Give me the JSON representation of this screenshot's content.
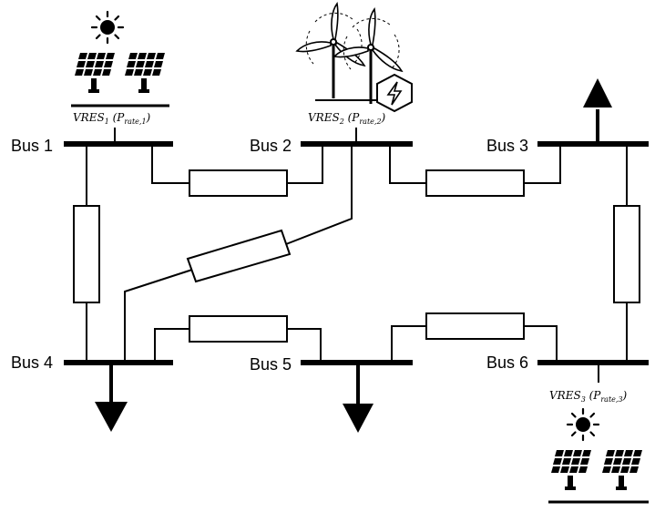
{
  "buses": [
    {
      "id": "bus1",
      "label": "Bus 1"
    },
    {
      "id": "bus2",
      "label": "Bus 2"
    },
    {
      "id": "bus3",
      "label": "Bus 3"
    },
    {
      "id": "bus4",
      "label": "Bus 4"
    },
    {
      "id": "bus5",
      "label": "Bus 5"
    },
    {
      "id": "bus6",
      "label": "Bus 6"
    }
  ],
  "vres": [
    {
      "name": "VRES",
      "index": "1",
      "p": "P",
      "sub": "rate,1",
      "bus": "Bus 1",
      "source": "solar-pv"
    },
    {
      "name": "VRES",
      "index": "2",
      "p": "P",
      "sub": "rate,2",
      "bus": "Bus 2",
      "source": "wind"
    },
    {
      "name": "VRES",
      "index": "3",
      "p": "P",
      "sub": "rate,3",
      "bus": "Bus 6",
      "source": "solar-pv"
    }
  ],
  "lines": [
    {
      "from": "Bus 1",
      "to": "Bus 2"
    },
    {
      "from": "Bus 2",
      "to": "Bus 3"
    },
    {
      "from": "Bus 1",
      "to": "Bus 4"
    },
    {
      "from": "Bus 2",
      "to": "Bus 4"
    },
    {
      "from": "Bus 3",
      "to": "Bus 6"
    },
    {
      "from": "Bus 4",
      "to": "Bus 5"
    },
    {
      "from": "Bus 5",
      "to": "Bus 6"
    }
  ],
  "loads": [
    "Bus 3",
    "Bus 4",
    "Bus 5"
  ],
  "icons": [
    "sun-icon",
    "solar-panel-icon",
    "wind-turbine-icon",
    "lightning-hexagon-icon",
    "load-arrow-icon"
  ]
}
